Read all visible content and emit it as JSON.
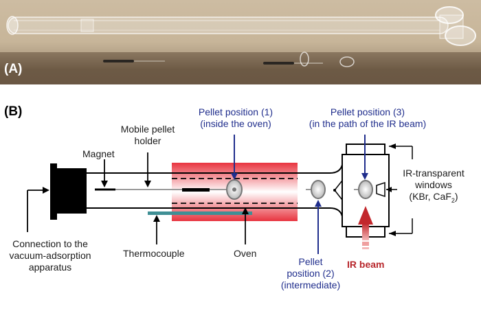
{
  "panel_a": {
    "label": "(A)"
  },
  "panel_b": {
    "label": "(B)"
  },
  "labels": {
    "pellet_pos1": [
      "Pellet position (1)",
      "(inside the oven)"
    ],
    "pellet_pos3": [
      "Pellet position (3)",
      "(in the path of the IR beam)"
    ],
    "mobile_holder": [
      "Mobile pellet",
      "holder"
    ],
    "magnet": "Magnet",
    "ir_windows": [
      "IR-transparent",
      "windows",
      "(KBr, CaF"
    ],
    "ir_windows_sub": "2",
    "ir_windows_end": ")",
    "connection": [
      "Connection to the",
      "vacuum-adsorption",
      "apparatus"
    ],
    "thermocouple": "Thermocouple",
    "oven": "Oven",
    "pellet_pos2": [
      "Pellet",
      "position (2)",
      "(intermediate)"
    ],
    "ir_beam": "IR beam"
  },
  "colors": {
    "blue_text": "#1f2d8c",
    "red_text": "#b7252a",
    "oven_red": "#e8343f",
    "thermocouple_teal": "#3f8f95"
  }
}
